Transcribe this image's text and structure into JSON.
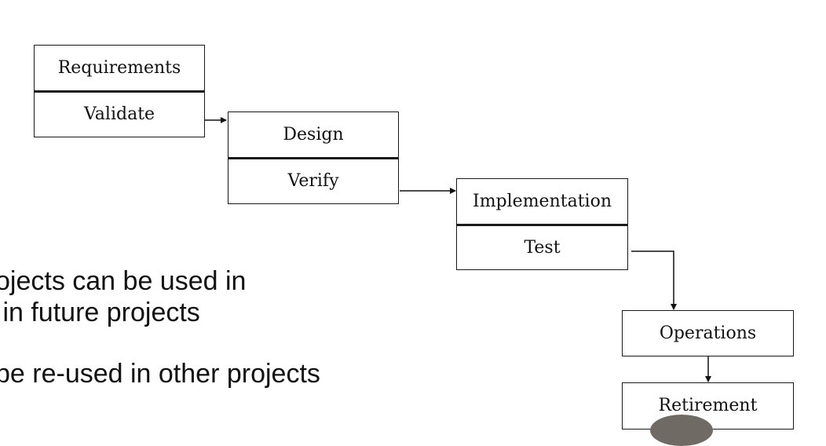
{
  "diagram": {
    "phases": [
      {
        "name": "Requirements",
        "activity": "Validate"
      },
      {
        "name": "Design",
        "activity": "Verify"
      },
      {
        "name": "Implementation",
        "activity": "Test"
      },
      {
        "name": "Operations"
      },
      {
        "name": "Retirement"
      }
    ]
  },
  "text_lines": [
    "ojects can be used in",
    " in future projects",
    "be re-used in other projects"
  ]
}
